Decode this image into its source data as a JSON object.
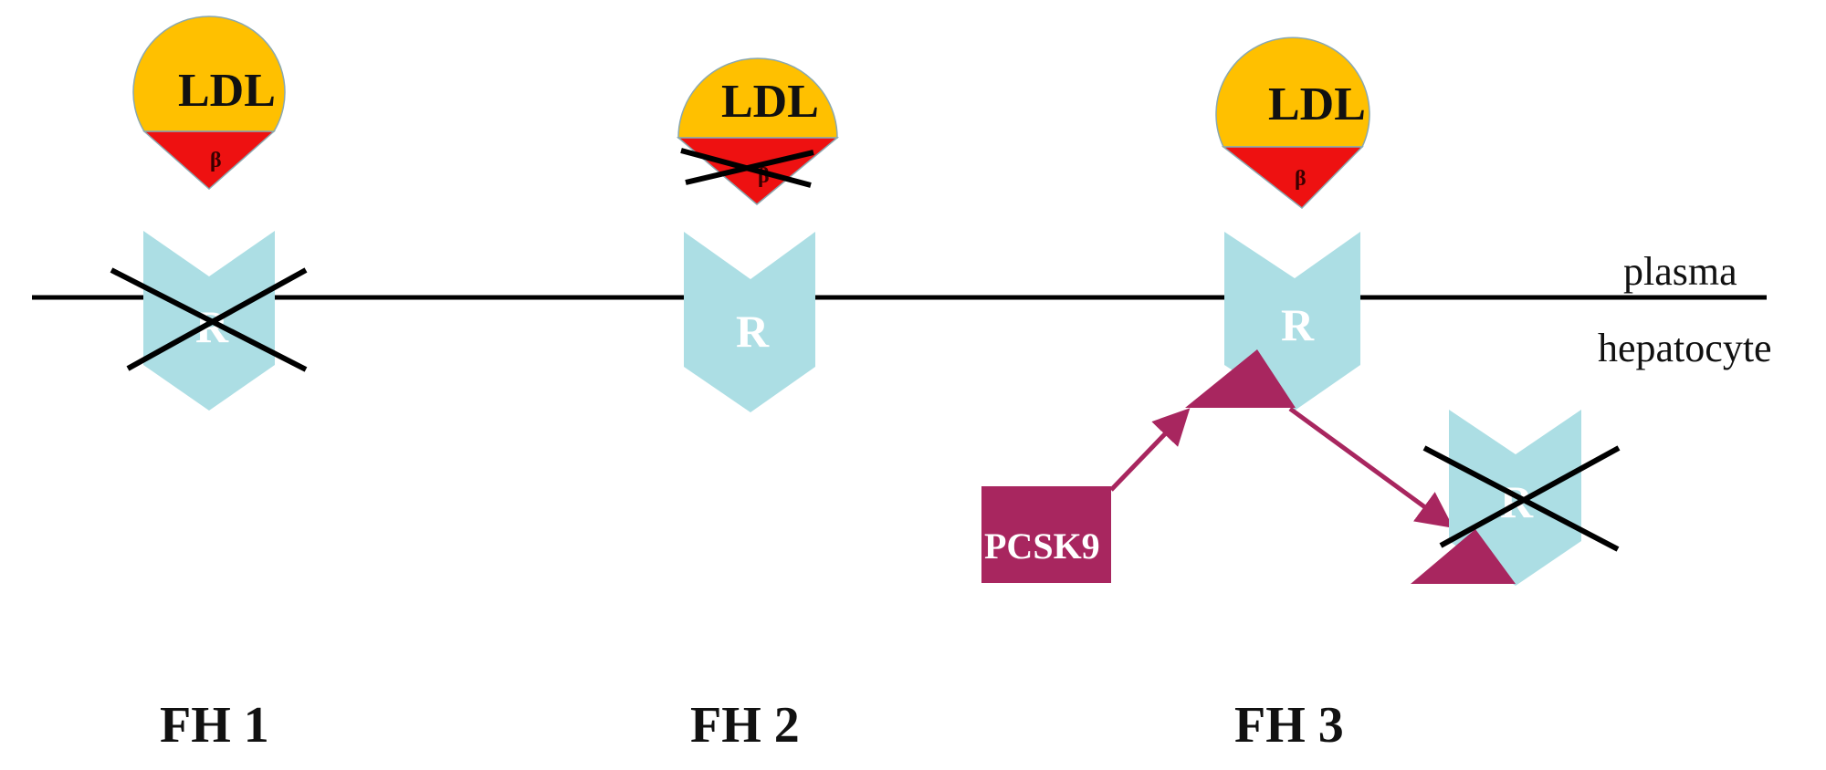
{
  "labels": {
    "ldl": "LDL",
    "beta": "β",
    "receptor": "R",
    "pcsk9": "PCSK9",
    "plasma": "plasma",
    "hepatocyte": "hepatocyte"
  },
  "panels": [
    {
      "label": "FH 1"
    },
    {
      "label": "FH 2"
    },
    {
      "label": "FH 3"
    }
  ],
  "colors": {
    "ldl_fill": "#FFC000",
    "apob_fill": "#EE1111",
    "receptor_fill": "#ACDEE4",
    "pcsk9_fill": "#A8265F",
    "membrane": "#000000"
  }
}
